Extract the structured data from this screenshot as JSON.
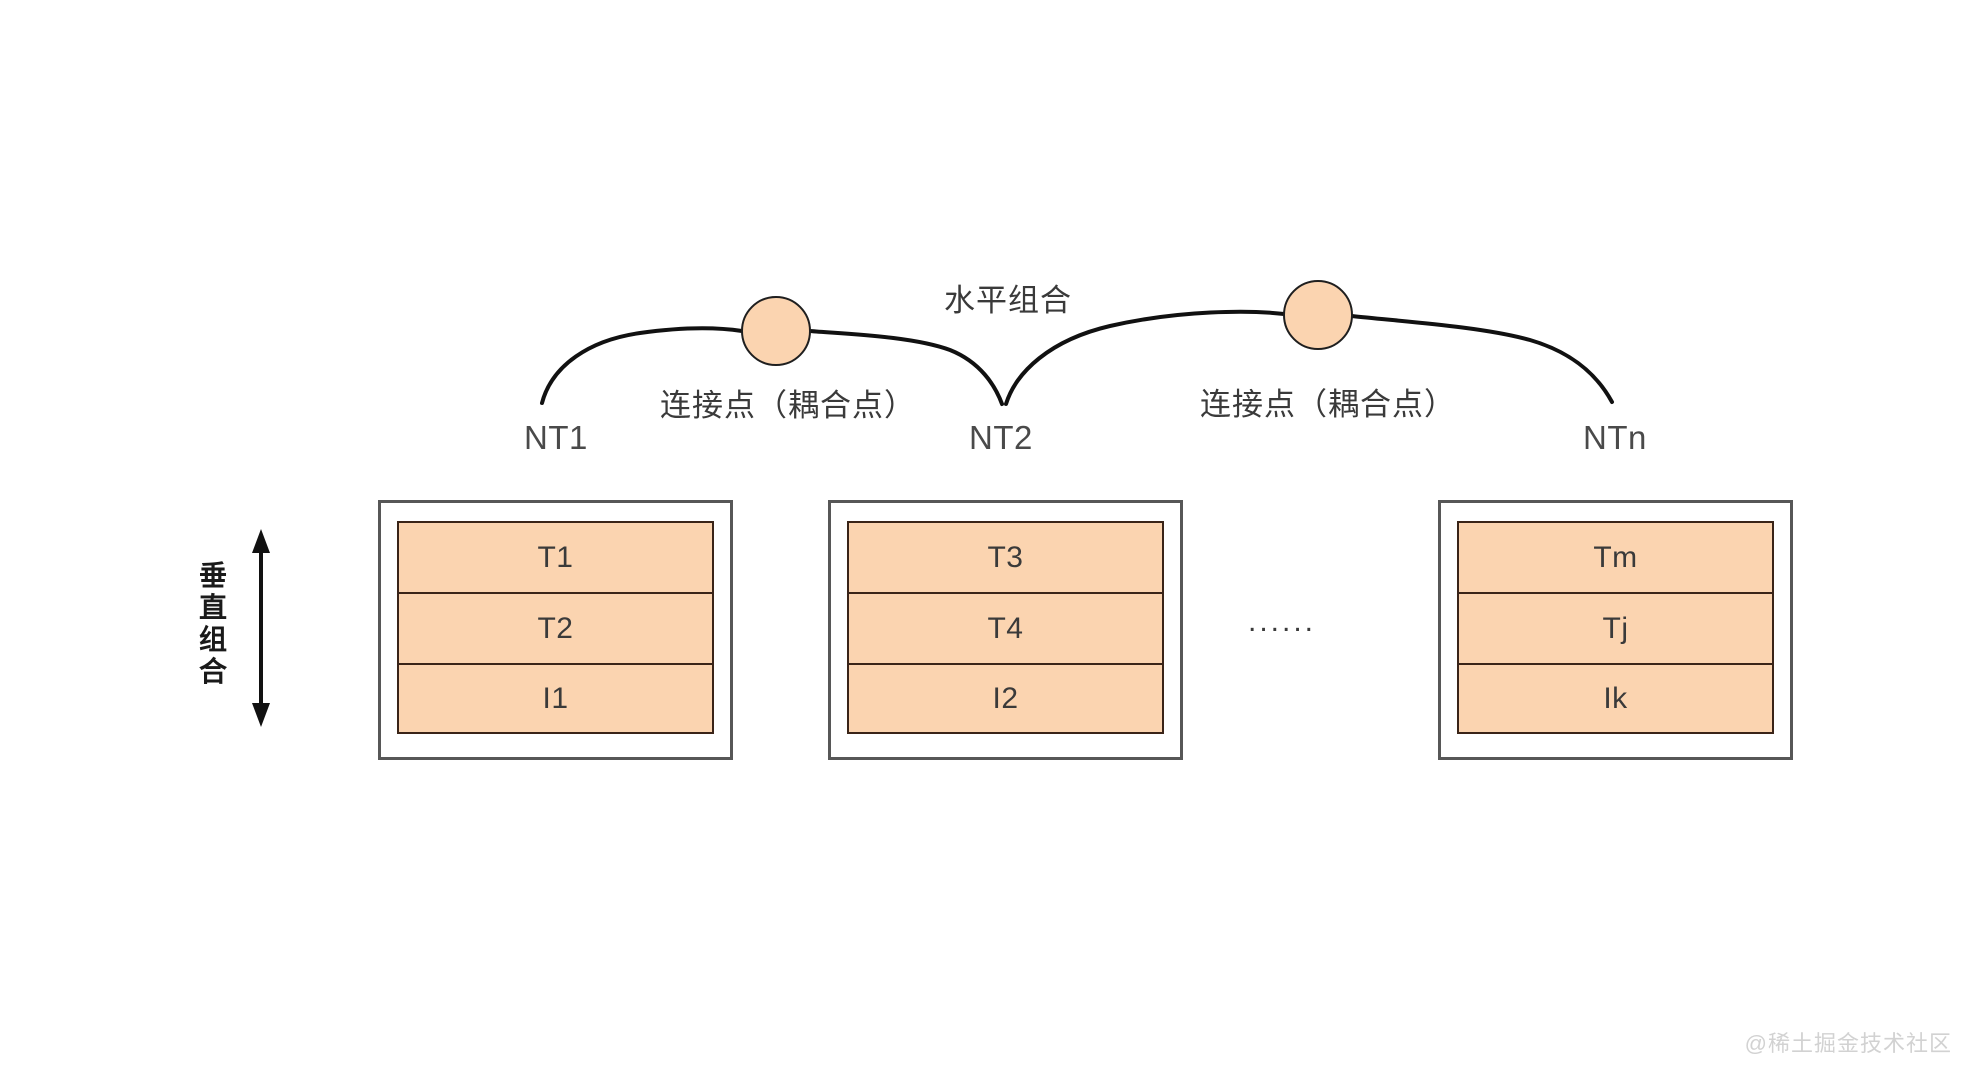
{
  "diagram": {
    "title_hidden": "",
    "colors": {
      "node_fill": "#fbd4b0",
      "node_stroke": "#1f1f1f",
      "row_fill": "#fbd4b0",
      "row_stroke": "#3a2418",
      "box_stroke": "#575757",
      "text": "#3a3a3a",
      "background": "#ffffff",
      "watermark": "#d2d2d2"
    },
    "horizontal_label": "水平组合",
    "vertical_label": "垂直组合",
    "vertical_label_chars": [
      "垂",
      "直",
      "组",
      "合"
    ],
    "ellipsis": "......",
    "connectors": [
      {
        "name": "connector-left",
        "label": "连接点（耦合点）"
      },
      {
        "name": "connector-right",
        "label": "连接点（耦合点）"
      }
    ],
    "nodes": [
      {
        "id": "nt1",
        "label": "NT1"
      },
      {
        "id": "nt2",
        "label": "NT2"
      },
      {
        "id": "ntn",
        "label": "NTn"
      }
    ],
    "groups": [
      {
        "id": "group-1",
        "rows": [
          "T1",
          "T2",
          "I1"
        ]
      },
      {
        "id": "group-2",
        "rows": [
          "T3",
          "T4",
          "I2"
        ]
      },
      {
        "id": "group-3",
        "rows": [
          "Tm",
          "Tj",
          "Ik"
        ]
      }
    ],
    "watermark": "@稀土掘金技术社区"
  }
}
